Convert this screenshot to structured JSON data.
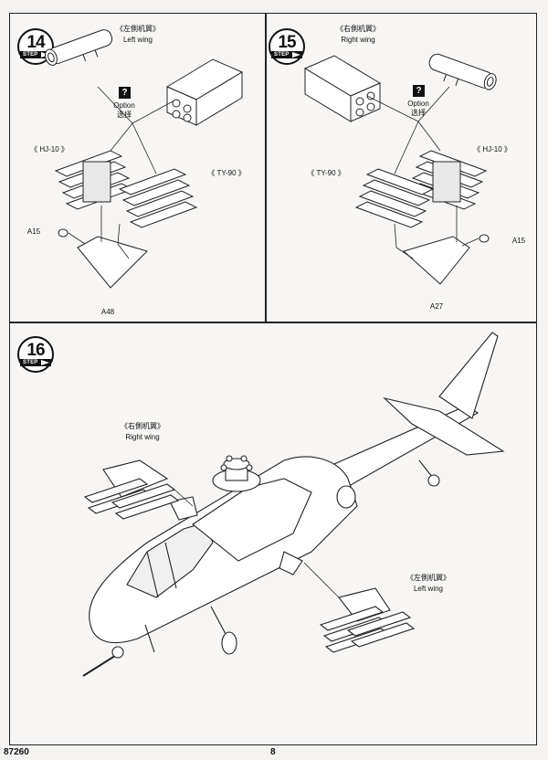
{
  "footer": {
    "code": "87260",
    "page_number": "8"
  },
  "step_word": "STEP",
  "option_icon": "question-mark-icon",
  "step14": {
    "number": "14",
    "wing_cn": "《左側机翼》",
    "wing_en": "Left wing",
    "option_en": "Option",
    "option_cn": "选择",
    "hj10": "《 HJ-10 》",
    "ty90": "《 TY-90 》",
    "part_a": "A15",
    "part_b": "A48"
  },
  "step15": {
    "number": "15",
    "wing_cn": "《右側机翼》",
    "wing_en": "Right wing",
    "option_en": "Option",
    "option_cn": "选择",
    "hj10": "《 HJ-10 》",
    "ty90": "《 TY-90 》",
    "part_a": "A15",
    "part_b": "A27"
  },
  "step16": {
    "number": "16",
    "right_wing_cn": "《右側机翼》",
    "right_wing_en": "Right wing",
    "left_wing_cn": "《左側机翼》",
    "left_wing_en": "Left wing"
  }
}
